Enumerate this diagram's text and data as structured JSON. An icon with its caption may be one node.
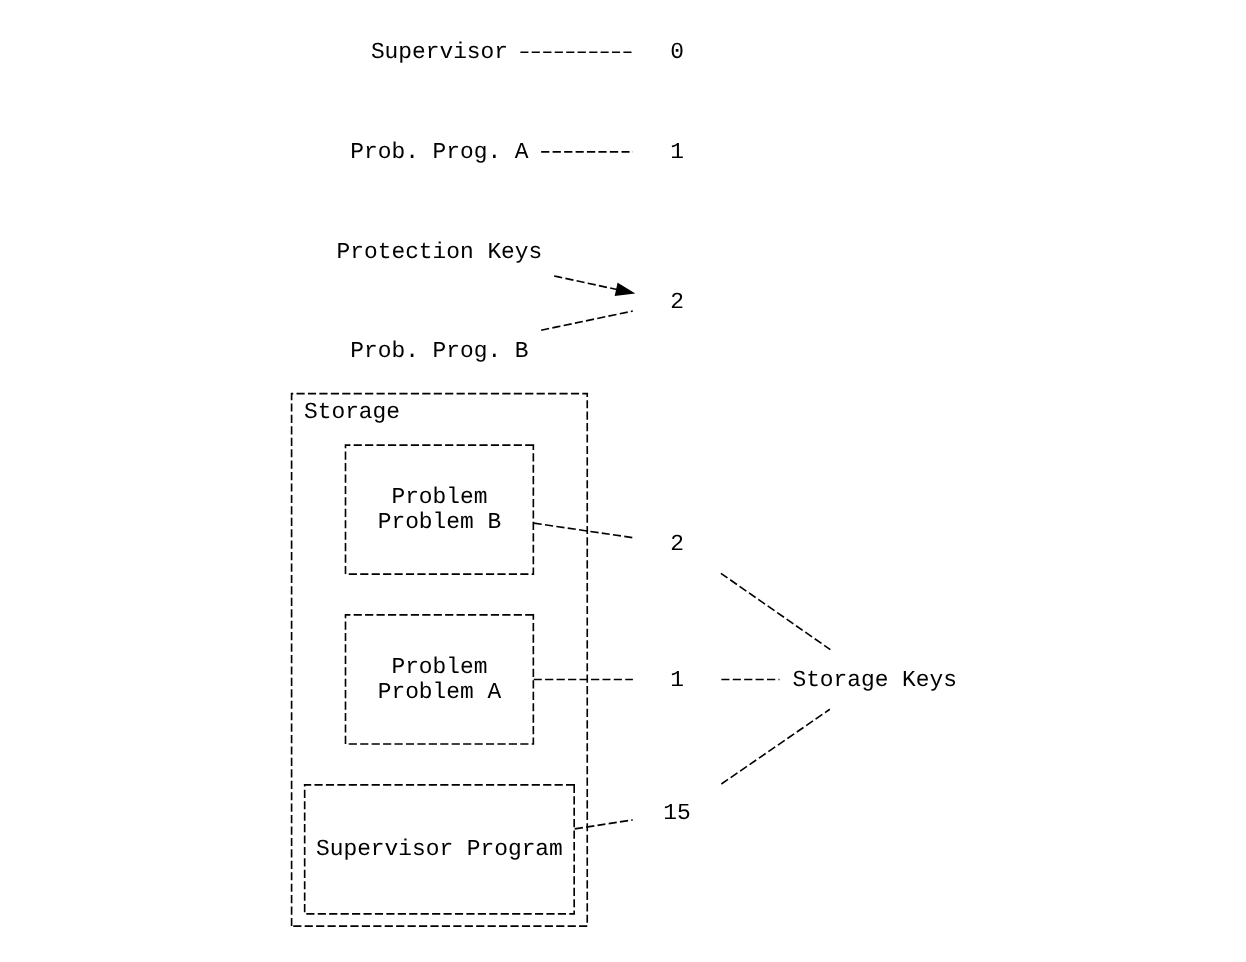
{
  "diagram": {
    "nodes": [
      {
        "text": [
          "Storage"
        ]
      },
      {
        "text": [
          "Problem",
          "Problem B"
        ],
        "in": 0
      },
      {
        "text": [
          "Problem",
          "Problem A"
        ],
        "in": 0
      },
      {
        "text": [
          "Supervisor Program"
        ],
        "in": 0
      },
      {
        "text": [
          "2"
        ]
      },
      {
        "text": [
          "1"
        ]
      },
      {
        "text": [
          "15"
        ]
      },
      {
        "text": [
          "Storage Keys"
        ]
      },
      {
        "text": [
          "Protection Keys"
        ]
      },
      {
        "text": [
          "Prob. Prog. B"
        ]
      },
      {
        "text": [
          "2"
        ]
      },
      {
        "text": [
          "Prob. Prog. A"
        ]
      },
      {
        "text": [
          "1"
        ]
      },
      {
        "text": [
          "Supervisor"
        ]
      },
      {
        "text": [
          "0"
        ]
      }
    ],
    "edges": [
      {
        "from": 1,
        "to": 4,
        "arrow": "none"
      },
      {
        "from": 4,
        "to": 7,
        "arrow": "none"
      },
      {
        "from": 2,
        "to": 5,
        "arrow": "none"
      },
      {
        "from": 5,
        "to": 7,
        "arrow": "none"
      },
      {
        "from": 3,
        "to": 6,
        "arrow": "none"
      },
      {
        "from": 6,
        "to": 7,
        "arrow": "none"
      },
      {
        "from": 8,
        "to": 10,
        "arrow": "to"
      },
      {
        "from": 9,
        "to": 10,
        "arrow": "none"
      },
      {
        "from": 11,
        "to": 12,
        "arrow": "none"
      },
      {
        "from": 13,
        "to": 14,
        "arrow": "none"
      }
    ]
  }
}
